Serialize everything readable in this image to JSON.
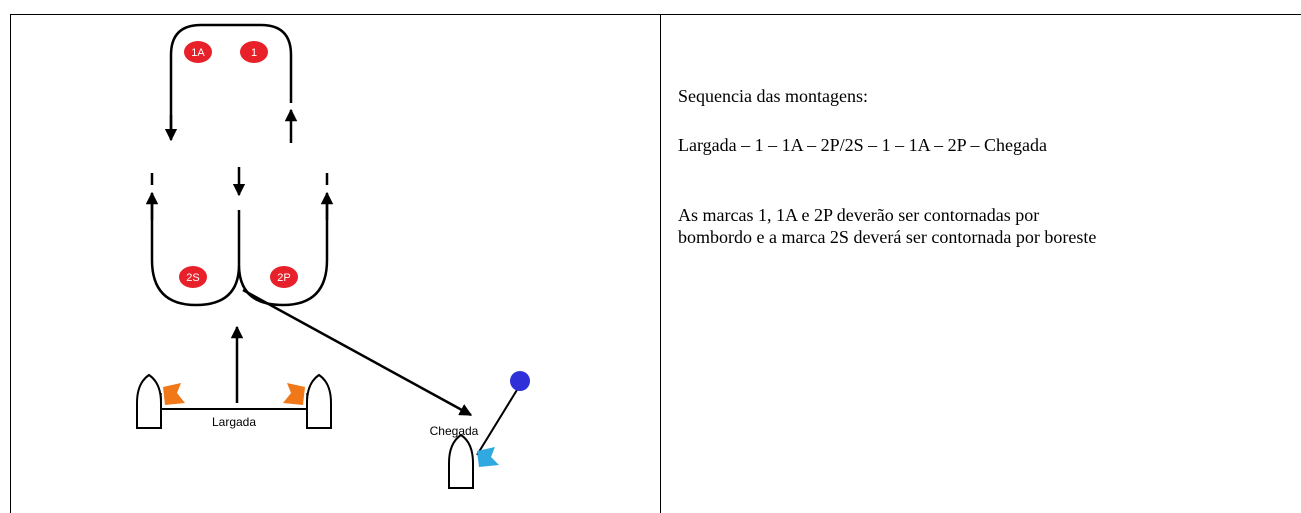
{
  "diagram": {
    "marks": {
      "m1a": "1A",
      "m1": "1",
      "m2s": "2S",
      "m2p": "2P"
    },
    "start_label": "Largada",
    "finish_label": "Chegada",
    "colors": {
      "mark": "#e8202a",
      "start_flag": "#f07818",
      "finish_flag": "#30a8e0",
      "finish_buoy": "#3030d8"
    }
  },
  "instructions": {
    "heading": "Sequencia das montagens:",
    "sequence": "Largada – 1 – 1A – 2P/2S – 1 – 1A – 2P – Chegada",
    "rounding_line1": "As marcas 1, 1A e 2P deverão ser contornadas por",
    "rounding_line2": "bombordo e a marca 2S deverá ser contornada por boreste"
  }
}
